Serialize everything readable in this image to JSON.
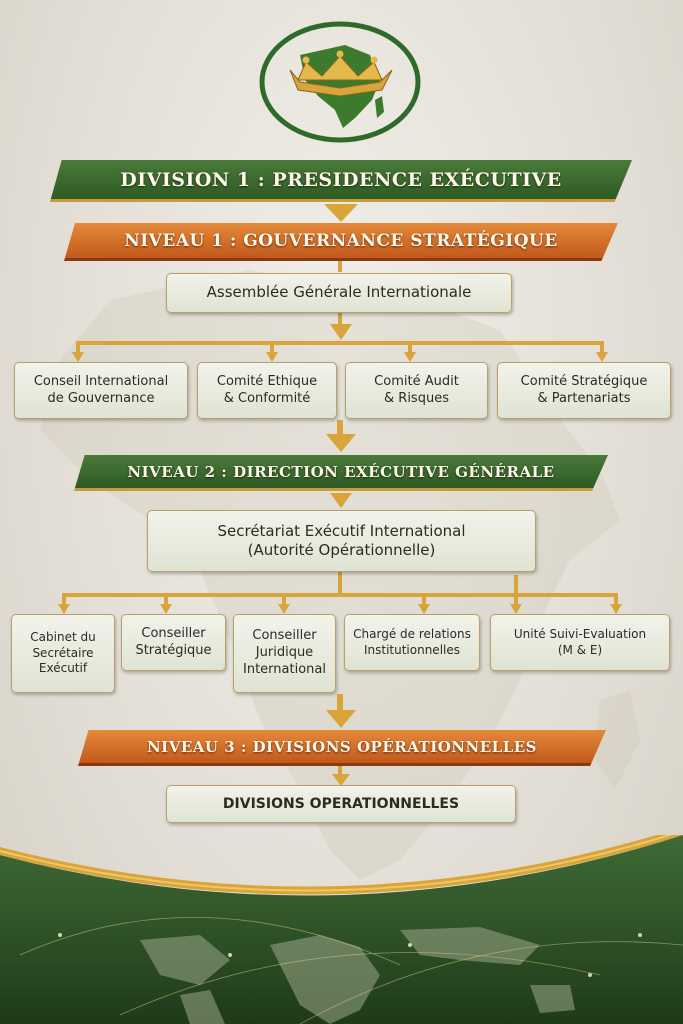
{
  "division": {
    "title": "DIVISION 1 : PRESIDENCE EXÉCUTIVE"
  },
  "level1": {
    "title": "NIVEAU 1 : GOUVERNANCE STRATÉGIQUE",
    "head": "Assemblée Générale Internationale",
    "committees": [
      {
        "line1": "Conseil International",
        "line2": "de Gouvernance"
      },
      {
        "line1": "Comité Ethique",
        "line2": "& Conformité"
      },
      {
        "line1": "Comité Audit",
        "line2": "& Risques"
      },
      {
        "line1": "Comité Stratégique",
        "line2": "& Partenariats"
      }
    ]
  },
  "level2": {
    "title": "NIVEAU 2 : DIRECTION EXÉCUTIVE GÉNÉRALE",
    "head_line1": "Secrétariat Exécutif International",
    "head_line2": "(Autorité Opérationnelle)",
    "units": [
      {
        "line1": "Cabinet du",
        "line2": "Secrétaire",
        "line3": "Exécutif"
      },
      {
        "line1": "Conseiller",
        "line2": "Stratégique",
        "line3": ""
      },
      {
        "line1": "Conseiller",
        "line2": "Juridique",
        "line3": "International"
      },
      {
        "line1": "Chargé de relations",
        "line2": "Institutionnelles",
        "line3": ""
      },
      {
        "line1": "Unité Suivi-Evaluation",
        "line2": "(M & E)",
        "line3": ""
      }
    ]
  },
  "level3": {
    "title": "NIVEAU 3 : DIVISIONS OPÉRATIONNELLES",
    "head": "DIVISIONS OPERATIONNELLES"
  },
  "colors": {
    "green": "#2e5a24",
    "orange": "#c2581c",
    "gold": "#d9a43a",
    "box": "#e8eadf"
  }
}
